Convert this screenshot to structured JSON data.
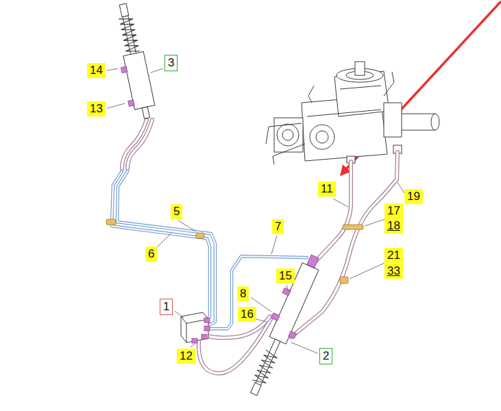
{
  "diagram": {
    "nodes": [
      {
        "text": [
          "14"
        ]
      },
      {
        "text": [
          "3"
        ]
      },
      {
        "text": [
          "13"
        ]
      },
      {
        "text": [
          "11"
        ]
      },
      {
        "text": [
          "19"
        ]
      },
      {
        "text": [
          "5"
        ]
      },
      {
        "text": [
          "17"
        ]
      },
      {
        "text": [
          "18"
        ]
      },
      {
        "text": [
          "7"
        ]
      },
      {
        "text": [
          "6"
        ]
      },
      {
        "text": [
          "21"
        ]
      },
      {
        "text": [
          "33"
        ]
      },
      {
        "text": [
          "15"
        ]
      },
      {
        "text": [
          "8"
        ]
      },
      {
        "text": [
          "1"
        ]
      },
      {
        "text": [
          "16"
        ]
      },
      {
        "text": [
          "12"
        ]
      },
      {
        "text": [
          "2"
        ]
      }
    ]
  }
}
